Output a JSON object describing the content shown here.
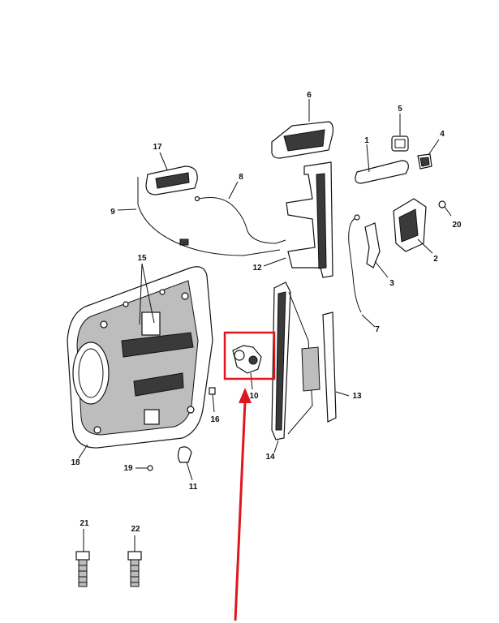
{
  "colors": {
    "ink": "#111111",
    "highlight": "#e0161e",
    "background": "#ffffff"
  },
  "callouts": [
    {
      "id": "1",
      "label": "1"
    },
    {
      "id": "2",
      "label": "2"
    },
    {
      "id": "3",
      "label": "3"
    },
    {
      "id": "4",
      "label": "4"
    },
    {
      "id": "5",
      "label": "5"
    },
    {
      "id": "6",
      "label": "6"
    },
    {
      "id": "7",
      "label": "7"
    },
    {
      "id": "8",
      "label": "8"
    },
    {
      "id": "9",
      "label": "9"
    },
    {
      "id": "10",
      "label": "10"
    },
    {
      "id": "11",
      "label": "11"
    },
    {
      "id": "12",
      "label": "12"
    },
    {
      "id": "13",
      "label": "13"
    },
    {
      "id": "14",
      "label": "14"
    },
    {
      "id": "15",
      "label": "15"
    },
    {
      "id": "16",
      "label": "16"
    },
    {
      "id": "17",
      "label": "17"
    },
    {
      "id": "18",
      "label": "18"
    },
    {
      "id": "19",
      "label": "19"
    },
    {
      "id": "20",
      "label": "20"
    },
    {
      "id": "21",
      "label": "21"
    },
    {
      "id": "22",
      "label": "22"
    }
  ],
  "highlighted_part": "10"
}
